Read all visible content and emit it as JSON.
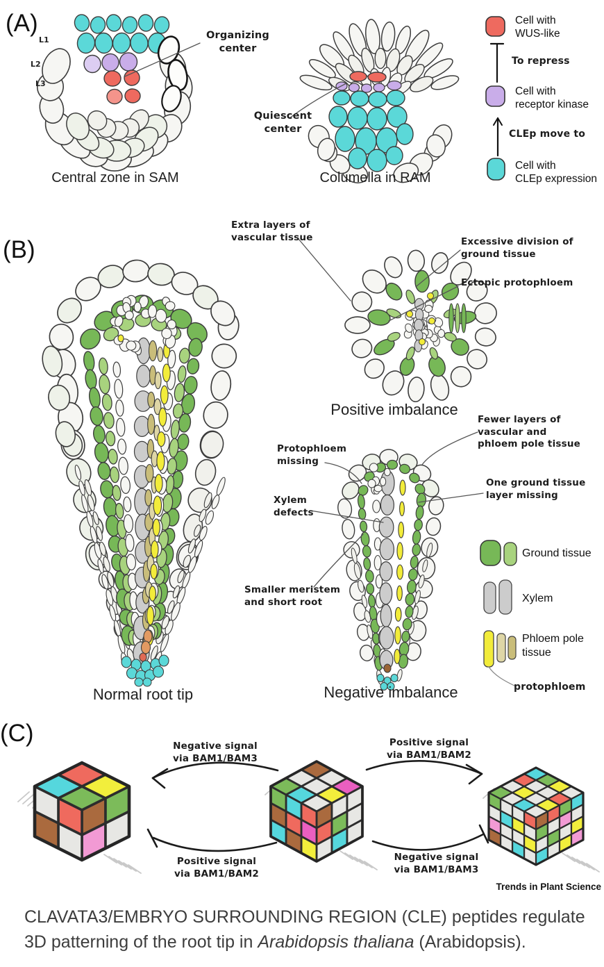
{
  "panels": {
    "a": {
      "label": "(A)",
      "sam": {
        "caption": "Central zone in SAM",
        "layers": [
          "L1",
          "L2",
          "L3"
        ],
        "annotation": "Organizing\ncenter"
      },
      "ram": {
        "caption": "Columella in RAM",
        "annotation": "Quiescent\ncenter"
      },
      "legend": [
        {
          "label": "Cell with\nWUS-like"
        },
        {
          "label": "To repress"
        },
        {
          "label": "Cell with\nreceptor kinase"
        },
        {
          "label": "CLEp move to"
        },
        {
          "label": "Cell with\nCLEp expression"
        }
      ]
    },
    "b": {
      "label": "(B)",
      "captions": {
        "normal": "Normal root tip",
        "positive": "Positive imbalance",
        "negative": "Negative imbalance"
      },
      "annotations": {
        "extra_layers": "Extra layers of\nvascular tissue",
        "excessive_division": "Excessive division of\nground tissue",
        "ectopic_protophloem": "Ectopic protophloem",
        "fewer_layers": "Fewer layers of\nvascular and\nphloem pole tissue",
        "one_ground": "One ground tissue\nlayer missing",
        "protophloem_missing": "Protophloem\nmissing",
        "xylem_defects": "Xylem\ndefects",
        "smaller_meristem": "Smaller meristem\nand short root"
      },
      "legend": [
        {
          "label": "Ground tissue"
        },
        {
          "label": "Xylem"
        },
        {
          "label": "Phloem pole\ntissue"
        },
        {
          "label": "protophloem"
        }
      ]
    },
    "c": {
      "label": "(C)",
      "arrows": {
        "top_left": "Negative signal\nvia BAM1/BAM3",
        "bottom_left": "Positive signal\nvia BAM1/BAM2",
        "top_right": "Positive signal\nvia BAM1/BAM2",
        "bottom_right": "Negative signal\nvia BAM1/BAM3"
      },
      "cubes": {
        "left": {
          "n": 2,
          "top": [
            [
              "green",
              "yellow"
            ],
            [
              "cyan",
              "red"
            ]
          ],
          "left": [
            [
              "red",
              "gray"
            ],
            [
              "gray",
              "brown"
            ]
          ],
          "right": [
            [
              "brown",
              "green"
            ],
            [
              "pink",
              "gray"
            ]
          ]
        },
        "middle": {
          "n": 3,
          "top": [
            [
              "gray",
              "yellow",
              "magenta"
            ],
            [
              "cyan",
              "gray",
              "gray"
            ],
            [
              "green",
              "gray",
              "brown"
            ]
          ],
          "left": [
            [
              "red",
              "cyan",
              "green"
            ],
            [
              "magenta",
              "red",
              "brown"
            ],
            [
              "yellow",
              "brown",
              "cyan"
            ]
          ],
          "right": [
            [
              "brown",
              "gray",
              "gray"
            ],
            [
              "red",
              "green",
              "gray"
            ],
            [
              "gray",
              "cyan",
              "gray"
            ]
          ]
        },
        "right": {
          "n": 4,
          "top": [
            [
              "gray",
              "yellow",
              "red",
              "gray"
            ],
            [
              "cyan",
              "gray",
              "gray",
              "yellow"
            ],
            [
              "gray",
              "yellow",
              "gray",
              "green"
            ],
            [
              "green",
              "gray",
              "red",
              "cyan"
            ]
          ],
          "left": [
            [
              "red",
              "gray",
              "gray",
              "green"
            ],
            [
              "gray",
              "yellow",
              "cyan",
              "gray"
            ],
            [
              "yellow",
              "gray",
              "gray",
              "pink"
            ],
            [
              "gray",
              "cyan",
              "gray",
              "brown"
            ]
          ],
          "right": [
            [
              "brown",
              "red",
              "green",
              "cyan"
            ],
            [
              "green",
              "gray",
              "pink",
              "gray"
            ],
            [
              "gray",
              "green",
              "gray",
              "yellow"
            ],
            [
              "cyan",
              "gray",
              "yellow",
              "pink"
            ]
          ]
        }
      }
    }
  },
  "journal": "Trends in Plant Science",
  "caption": {
    "line1": "CLAVATA3/EMBRYO SURROUNDING REGION (CLE) peptides regulate",
    "line2_pre": "3D patterning of the root tip in ",
    "line2_italic": "Arabidopsis thaliana",
    "line2_post": " (Arabidopsis)."
  },
  "colors": {
    "cells": {
      "cyan": "#5bd8d8",
      "purple": "#c9ade9",
      "purple_light": "#dccdf2",
      "red": "#ee6a5f",
      "red_light": "#f4948b",
      "green_dark": "#77b857",
      "green_light": "#a8d37e",
      "yellow": "#f2ec3a",
      "tan": "#c9bd7a",
      "tan_light": "#ded6a6",
      "gray": "#cccccc",
      "orange": "#e29a62",
      "brown": "#9a6434",
      "white1": "#f6f6f3",
      "white2": "#eef2e9",
      "white3": "#f1f1ec"
    },
    "tiles": {
      "gray": "#e7e7e4",
      "green": "#7cbb5a",
      "cyan": "#55d7dd",
      "yellow": "#f2ee3c",
      "red": "#ef6a5e",
      "brown": "#aa6a3e",
      "pink": "#f29ad4",
      "magenta": "#ea5fc0"
    }
  }
}
